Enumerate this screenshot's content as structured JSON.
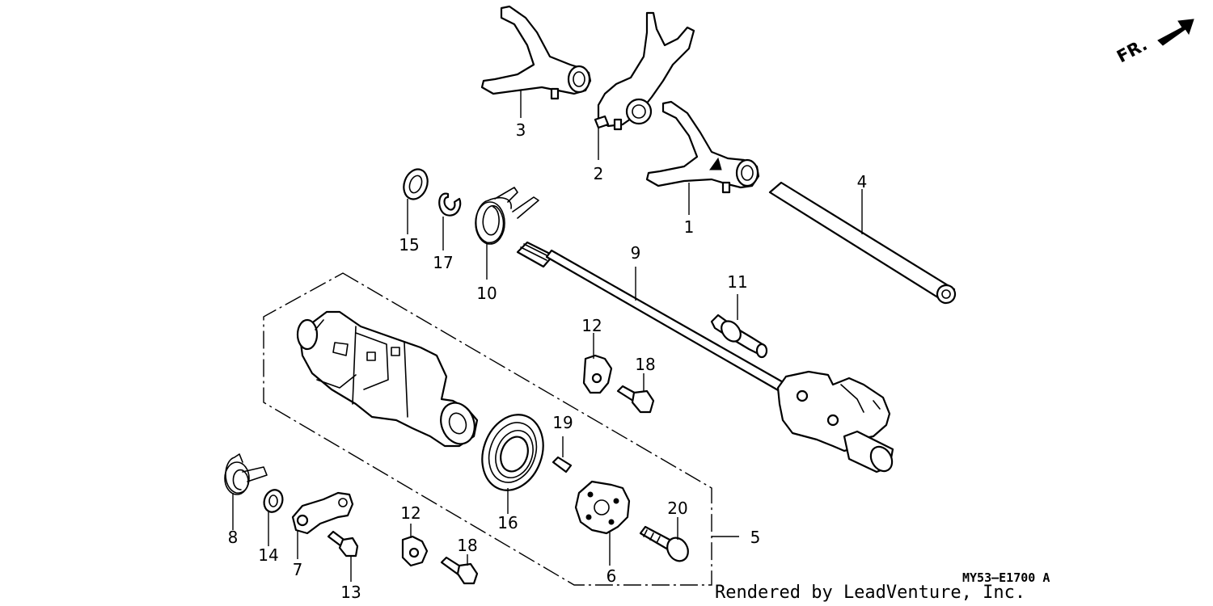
{
  "diagram": {
    "callouts": [
      "1",
      "2",
      "3",
      "4",
      "5",
      "6",
      "7",
      "8",
      "9",
      "10",
      "11",
      "12",
      "12",
      "13",
      "14",
      "15",
      "16",
      "17",
      "18",
      "18",
      "19",
      "20"
    ],
    "direction_label": "FR.",
    "diagram_code": "MY53–E1700 A",
    "credit": "Rendered by LeadVenture, Inc."
  }
}
